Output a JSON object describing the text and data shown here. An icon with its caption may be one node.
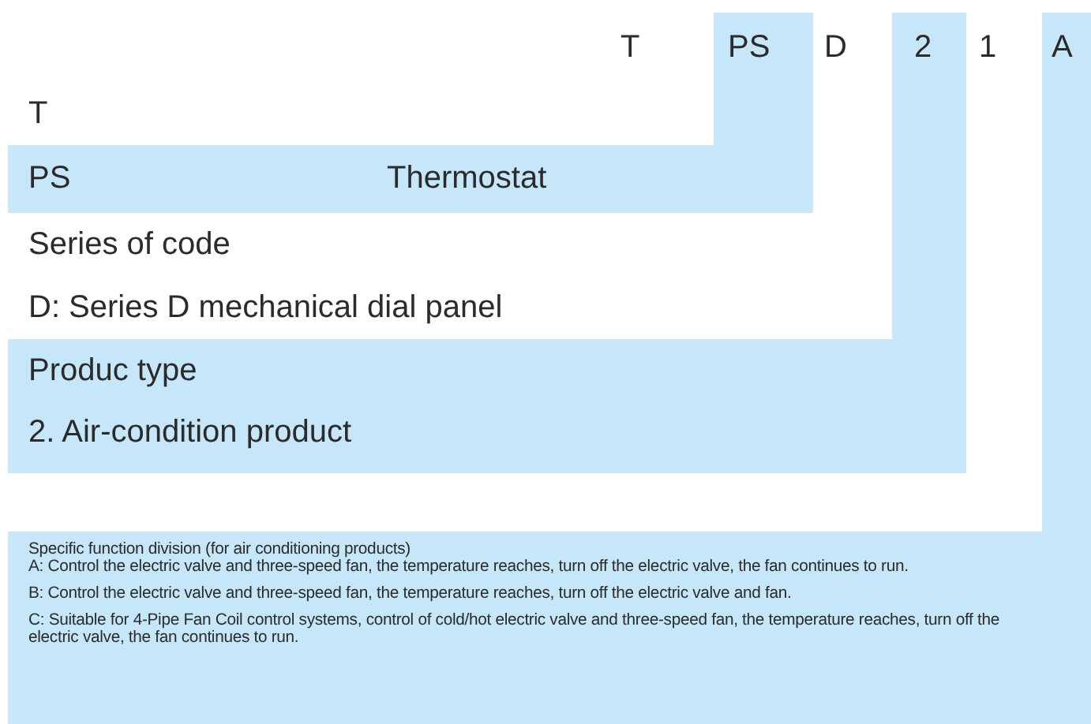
{
  "diagram": {
    "nodes": [
      {
        "text": [
          "PS",
          "Thermostat"
        ]
      },
      {
        "text": [
          "Produc type",
          "2. Air-condition product"
        ]
      },
      {
        "text": [
          "Specific function division (for air conditioning products)",
          "A: Control the electric valve and three-speed fan, the temperature reaches, turn off the electric valve, the fan continues to run.",
          "B: Control the electric valve and three-speed fan, the temperature reaches, turn off the electric valve and fan.",
          "C: Suitable for 4-Pipe Fan Coil control systems, control of cold/hot electric valve and three-speed fan, the temperature reaches, turn off the electric valve, the fan continues to run."
        ]
      }
    ],
    "labels": [
      "T",
      "PS",
      "D",
      "2",
      "1",
      "A",
      "T",
      "Series of code",
      "D: Series D mechanical dial panel"
    ]
  }
}
